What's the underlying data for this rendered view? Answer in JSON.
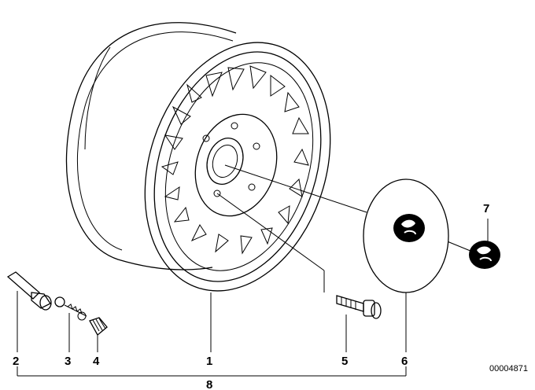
{
  "callouts": {
    "c1": "1",
    "c2": "2",
    "c3": "3",
    "c4": "4",
    "c5": "5",
    "c6": "6",
    "c7": "7",
    "c8": "8"
  },
  "reference_number": "00004871"
}
